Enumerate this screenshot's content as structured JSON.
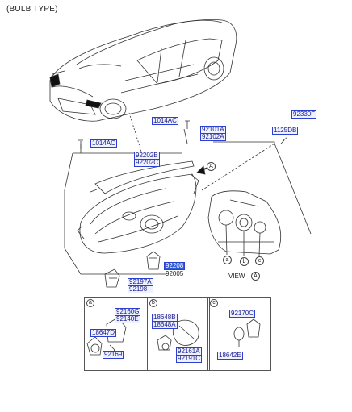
{
  "caption": "(BULB TYPE)",
  "labels": {
    "l92330F": "92330F",
    "l1014AC_top": "1014AC",
    "l92101A": "92101A",
    "l92102A": "92102A",
    "l1125DB": "1125DB",
    "l1014AC_left": "1014AC",
    "l92202B": "92202B",
    "l92202C": "92202C",
    "l92208": "92208",
    "l92005": "92005",
    "l92197A": "92197A",
    "l92198": "92198",
    "l92160G": "92160G",
    "l92140E": "92140E",
    "l18647D": "18647D",
    "l92169": "92169",
    "l18648B": "18648B",
    "l18648A": "18648A",
    "l92161A": "92161A",
    "l92191C": "92191C",
    "l92170C": "92170C",
    "l18642E": "18642E"
  },
  "view": {
    "text": "VIEW",
    "letter": "A"
  },
  "callout_A": "A",
  "view_circles": [
    "a",
    "b",
    "c"
  ],
  "panels": [
    "a",
    "b",
    "c"
  ]
}
